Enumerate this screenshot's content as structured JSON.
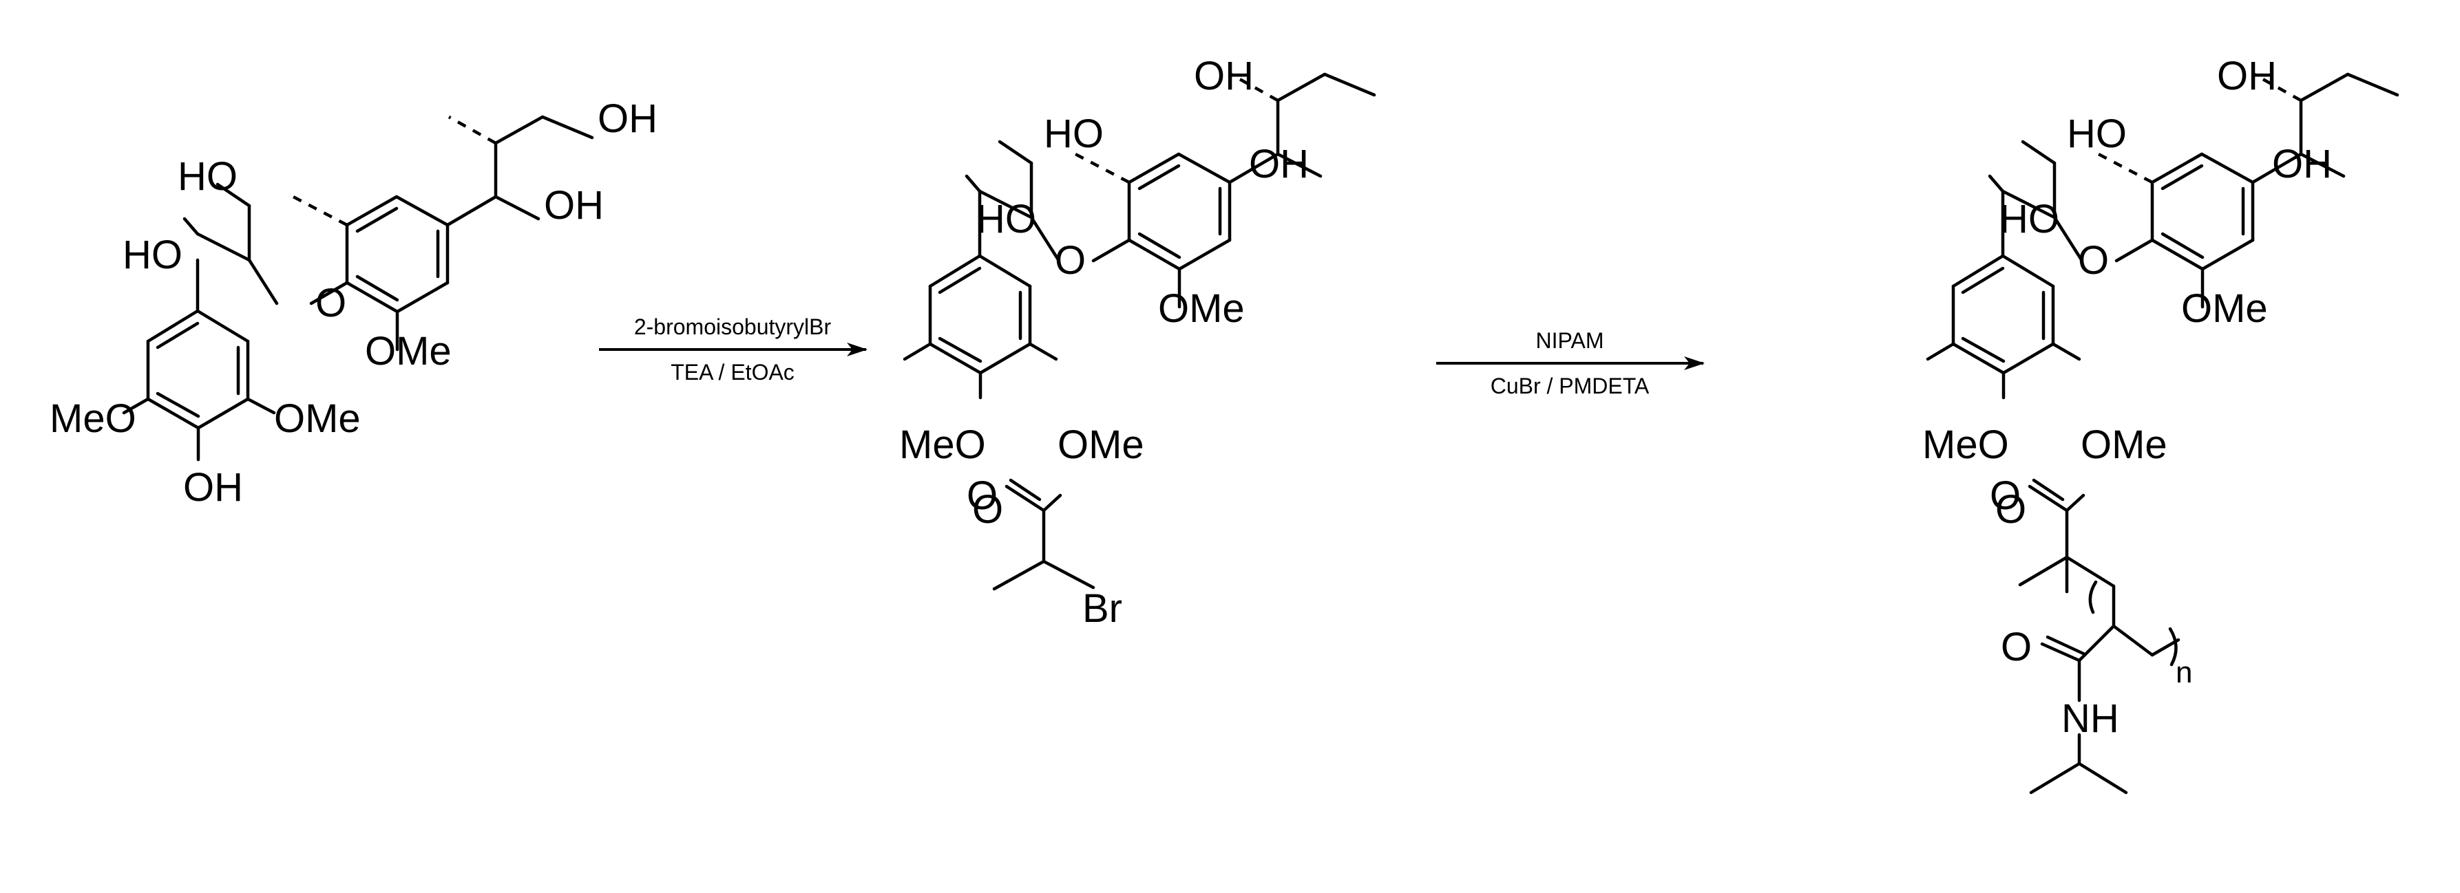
{
  "molecules": [
    {
      "name": "lignin-model-substrate",
      "labels": {
        "oh_primary_top": "OH",
        "oh_benzylic_top": "OH",
        "ho_primary": "HO",
        "ho_benzylic": "HO",
        "ether_o": "O",
        "ome_guaiacyl": "OMe",
        "ome_left": "MeO",
        "ome_right": "OMe",
        "phenol_oh": "OH"
      }
    },
    {
      "name": "bromoisobutyryl-macroinitiator",
      "labels": {
        "oh_primary_top": "OH",
        "oh_benzylic_top": "OH",
        "ho_primary": "HO",
        "ho_benzylic": "HO",
        "ether_o": "O",
        "ome_guaiacyl": "OMe",
        "ome_left": "MeO",
        "ome_right": "OMe",
        "ester_o": "O",
        "carbonyl_o": "O",
        "bromine": "Br"
      }
    },
    {
      "name": "pnipam-grafted-product",
      "labels": {
        "oh_primary_top": "OH",
        "oh_benzylic_top": "OH",
        "ho_primary": "HO",
        "ho_benzylic": "HO",
        "ether_o": "O",
        "ome_guaiacyl": "OMe",
        "ome_left": "MeO",
        "ome_right": "OMe",
        "ester_o": "O",
        "carbonyl_o": "O",
        "amide_o": "O",
        "amide_nh": "NH",
        "repeat_n": "n"
      }
    }
  ],
  "reactions": [
    {
      "reagent_above": "2-bromoisobutyrylBr",
      "reagent_below": "TEA / EtOAc"
    },
    {
      "reagent_above": "NIPAM",
      "reagent_below": "CuBr / PMDETA"
    }
  ]
}
